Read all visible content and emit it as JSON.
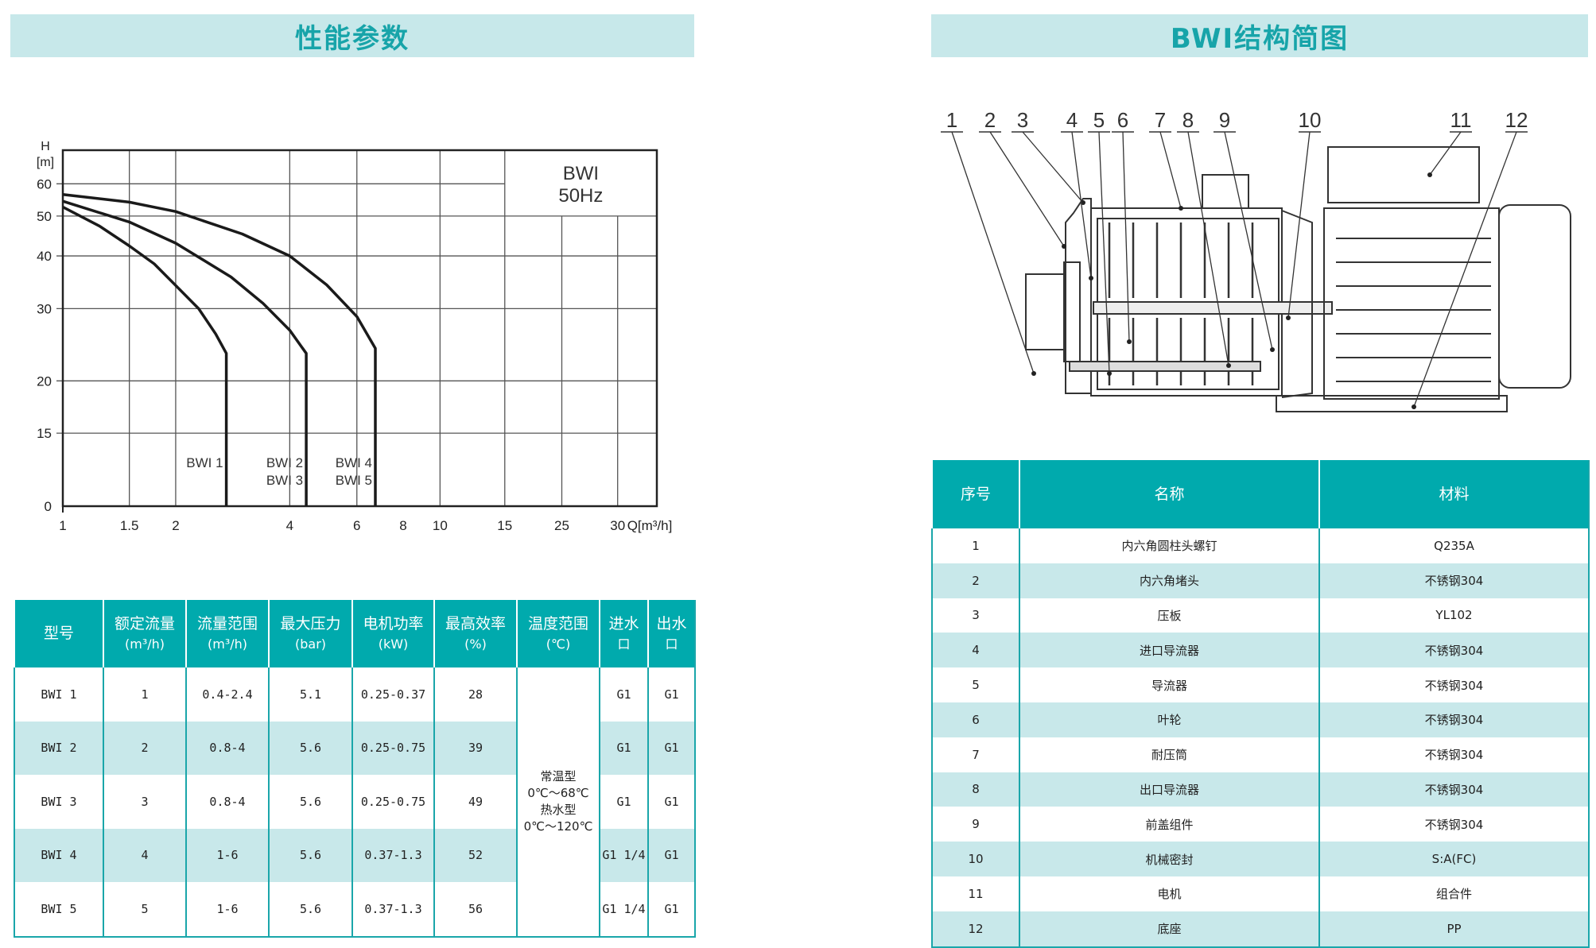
{
  "left_title": "性能参数",
  "right_title": "BWI结构简图",
  "chart_data": {
    "type": "line",
    "title": "BWI 50Hz",
    "title_lines": [
      "BWI",
      "50Hz"
    ],
    "xlabel": "Q[m³/h]",
    "ylabel": "H [m]",
    "ylabel_lines": [
      "H",
      "[m]"
    ],
    "x_ticks": [
      1,
      1.5,
      2,
      4,
      6,
      8,
      10,
      15,
      25,
      30
    ],
    "x_tick_labels": [
      "1",
      "1.5",
      "2",
      "4",
      "6",
      "8",
      "10",
      "15",
      "25",
      "30"
    ],
    "y_ticks": [
      0,
      15,
      20,
      30,
      40,
      50,
      60
    ],
    "y_tick_labels": [
      "0",
      "15",
      "20",
      "30",
      "40",
      "50",
      "60"
    ],
    "grid": true,
    "series": [
      {
        "name": "BWI 1",
        "labels": [
          "BWI 1"
        ],
        "points": [
          [
            1,
            52.8
          ],
          [
            1.25,
            47.5
          ],
          [
            1.5,
            42.5
          ],
          [
            1.75,
            38.5
          ],
          [
            2,
            34.4
          ],
          [
            2.3,
            30
          ],
          [
            2.55,
            26.5
          ],
          [
            2.72,
            23.8
          ],
          [
            2.72,
            0
          ]
        ]
      },
      {
        "name": "BWI 2 / BWI 3",
        "labels": [
          "BWI 2",
          "BWI 3"
        ],
        "points": [
          [
            1,
            54.6
          ],
          [
            1.5,
            48.5
          ],
          [
            2,
            43.2
          ],
          [
            2.8,
            36
          ],
          [
            3.4,
            31
          ],
          [
            4,
            27
          ],
          [
            4.42,
            23.8
          ],
          [
            4.42,
            0
          ]
        ]
      },
      {
        "name": "BWI 4 / BWI 5",
        "labels": [
          "BWI 4",
          "BWI 5"
        ],
        "points": [
          [
            1,
            56.7
          ],
          [
            1.5,
            54.3
          ],
          [
            2,
            51.4
          ],
          [
            3,
            45.5
          ],
          [
            4,
            40
          ],
          [
            5,
            34.5
          ],
          [
            6,
            28.9
          ],
          [
            6.73,
            24.5
          ],
          [
            6.73,
            0
          ]
        ]
      }
    ]
  },
  "perf_table": {
    "headers": [
      {
        "l1": "型号",
        "l2": ""
      },
      {
        "l1": "额定流量",
        "l2": "(m³/h)"
      },
      {
        "l1": "流量范围",
        "l2": "(m³/h)"
      },
      {
        "l1": "最大压力",
        "l2": "(bar)"
      },
      {
        "l1": "电机功率",
        "l2": "(kW)"
      },
      {
        "l1": "最高效率",
        "l2": "(%)"
      },
      {
        "l1": "温度范围",
        "l2": "(℃)"
      },
      {
        "l1": "进水",
        "l2": "口"
      },
      {
        "l1": "出水",
        "l2": "口"
      }
    ],
    "rows": [
      {
        "model": "BWI 1",
        "rated": "1",
        "range": "0.4-2.4",
        "pressure": "5.1",
        "power": "0.25-0.37",
        "eff": "28",
        "inlet": "G1",
        "outlet": "G1"
      },
      {
        "model": "BWI 2",
        "rated": "2",
        "range": "0.8-4",
        "pressure": "5.6",
        "power": "0.25-0.75",
        "eff": "39",
        "inlet": "G1",
        "outlet": "G1"
      },
      {
        "model": "BWI 3",
        "rated": "3",
        "range": "0.8-4",
        "pressure": "5.6",
        "power": "0.25-0.75",
        "eff": "49",
        "inlet": "G1",
        "outlet": "G1"
      },
      {
        "model": "BWI 4",
        "rated": "4",
        "range": "1-6",
        "pressure": "5.6",
        "power": "0.37-1.3",
        "eff": "52",
        "inlet": "G1 1/4",
        "outlet": "G1"
      },
      {
        "model": "BWI 5",
        "rated": "5",
        "range": "1-6",
        "pressure": "5.6",
        "power": "0.37-1.3",
        "eff": "56",
        "inlet": "G1 1/4",
        "outlet": "G1"
      }
    ],
    "temperature": [
      "常温型",
      "0℃～68℃",
      "热水型",
      "0℃～120℃"
    ]
  },
  "diagram": {
    "callouts": [
      "1",
      "2",
      "3",
      "4",
      "5",
      "6",
      "7",
      "8",
      "9",
      "10",
      "11",
      "12"
    ]
  },
  "parts_table": {
    "headers": [
      "序号",
      "名称",
      "材料"
    ],
    "rows": [
      {
        "no": "1",
        "name": "内六角圆柱头螺钉",
        "material": "Q235A"
      },
      {
        "no": "2",
        "name": "内六角堵头",
        "material": "不锈钢304"
      },
      {
        "no": "3",
        "name": "压板",
        "material": "YL102"
      },
      {
        "no": "4",
        "name": "进口导流器",
        "material": "不锈钢304"
      },
      {
        "no": "5",
        "name": "导流器",
        "material": "不锈钢304"
      },
      {
        "no": "6",
        "name": "叶轮",
        "material": "不锈钢304"
      },
      {
        "no": "7",
        "name": "耐压筒",
        "material": "不锈钢304"
      },
      {
        "no": "8",
        "name": "出口导流器",
        "material": "不锈钢304"
      },
      {
        "no": "9",
        "name": "前盖组件",
        "material": "不锈钢304"
      },
      {
        "no": "10",
        "name": "机械密封",
        "material": "S:A(FC)"
      },
      {
        "no": "11",
        "name": "电机",
        "material": "组合件"
      },
      {
        "no": "12",
        "name": "底座",
        "material": "PP"
      }
    ]
  }
}
